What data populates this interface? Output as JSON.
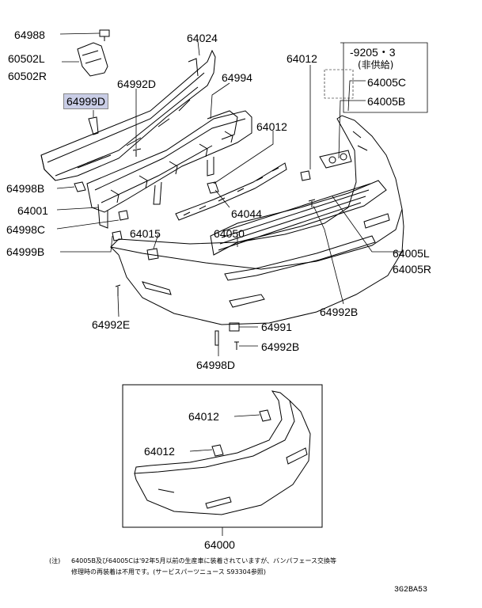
{
  "parts": {
    "p64988": "64988",
    "p60502L": "60502L",
    "p60502R": "60502R",
    "p64024": "64024",
    "p64992D": "64992D",
    "p64994": "64994",
    "p64999D": "64999D",
    "p64012_top": "64012",
    "p64012_mid": "64012",
    "p9205": "-9205・3",
    "p_nonsupply": "(非供給)",
    "p64005C": "64005C",
    "p64005B": "64005B",
    "p64998B": "64998B",
    "p64001": "64001",
    "p64044": "64044",
    "p64998C": "64998C",
    "p64015": "64015",
    "p64050": "64050",
    "p64999B": "64999B",
    "p64005L": "64005L",
    "p64005R": "64005R",
    "p64992B_right": "64992B",
    "p64992E": "64992E",
    "p64991": "64991",
    "p64992B_low": "64992B",
    "p64998D": "64998D",
    "p64012_rear1": "64012",
    "p64012_rear2": "64012",
    "p64000": "64000"
  },
  "footnote": {
    "mark": "(注)",
    "line1": "64005B及び64005Cは'92年5月以前の生産車に装着されていますが、バンパフェース交換等",
    "line2": "修理時の再装着は不用です。(サービスパーツニュース S93304参照)"
  },
  "diagram_code": "3G2BA53",
  "colors": {
    "highlight": "#c9cde6",
    "line": "#000000"
  }
}
